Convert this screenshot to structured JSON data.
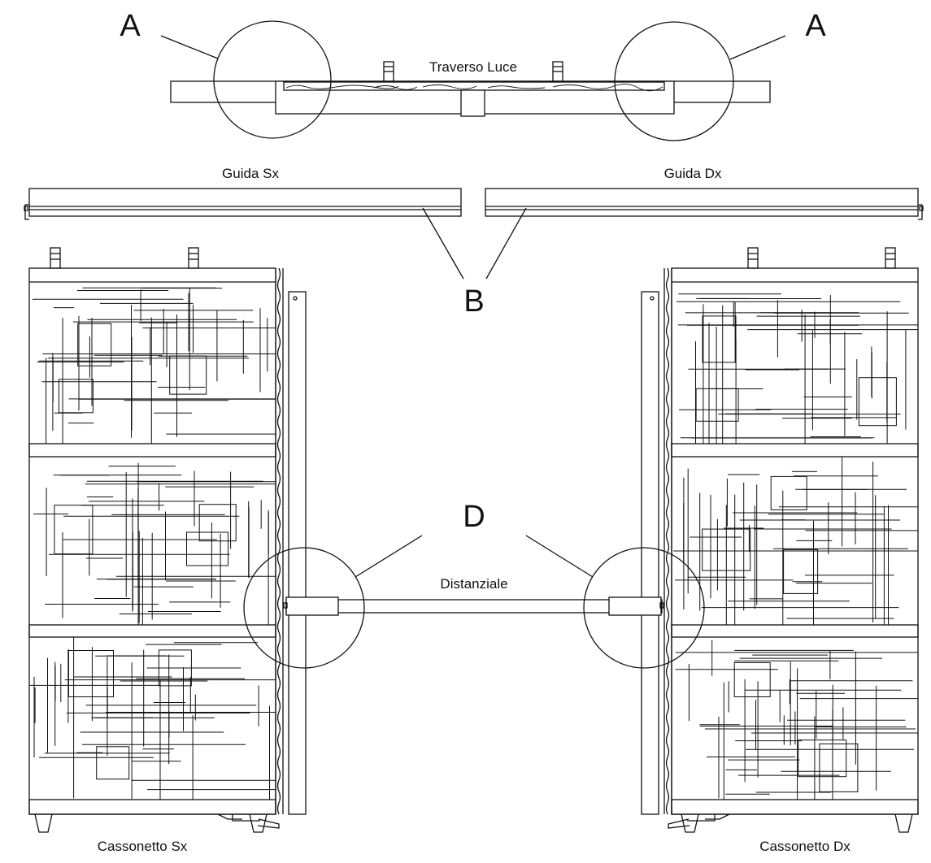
{
  "diagram": {
    "callouts": {
      "a_left": "A",
      "a_right": "A",
      "b": "B",
      "d": "D"
    },
    "labels": {
      "traverso_luce": "Traverso Luce",
      "guida_sx": "Guida Sx",
      "guida_dx": "Guida Dx",
      "distanziale": "Distanziale",
      "cassonetto_sx": "Cassonetto Sx",
      "cassonetto_dx": "Cassonetto Dx"
    }
  }
}
